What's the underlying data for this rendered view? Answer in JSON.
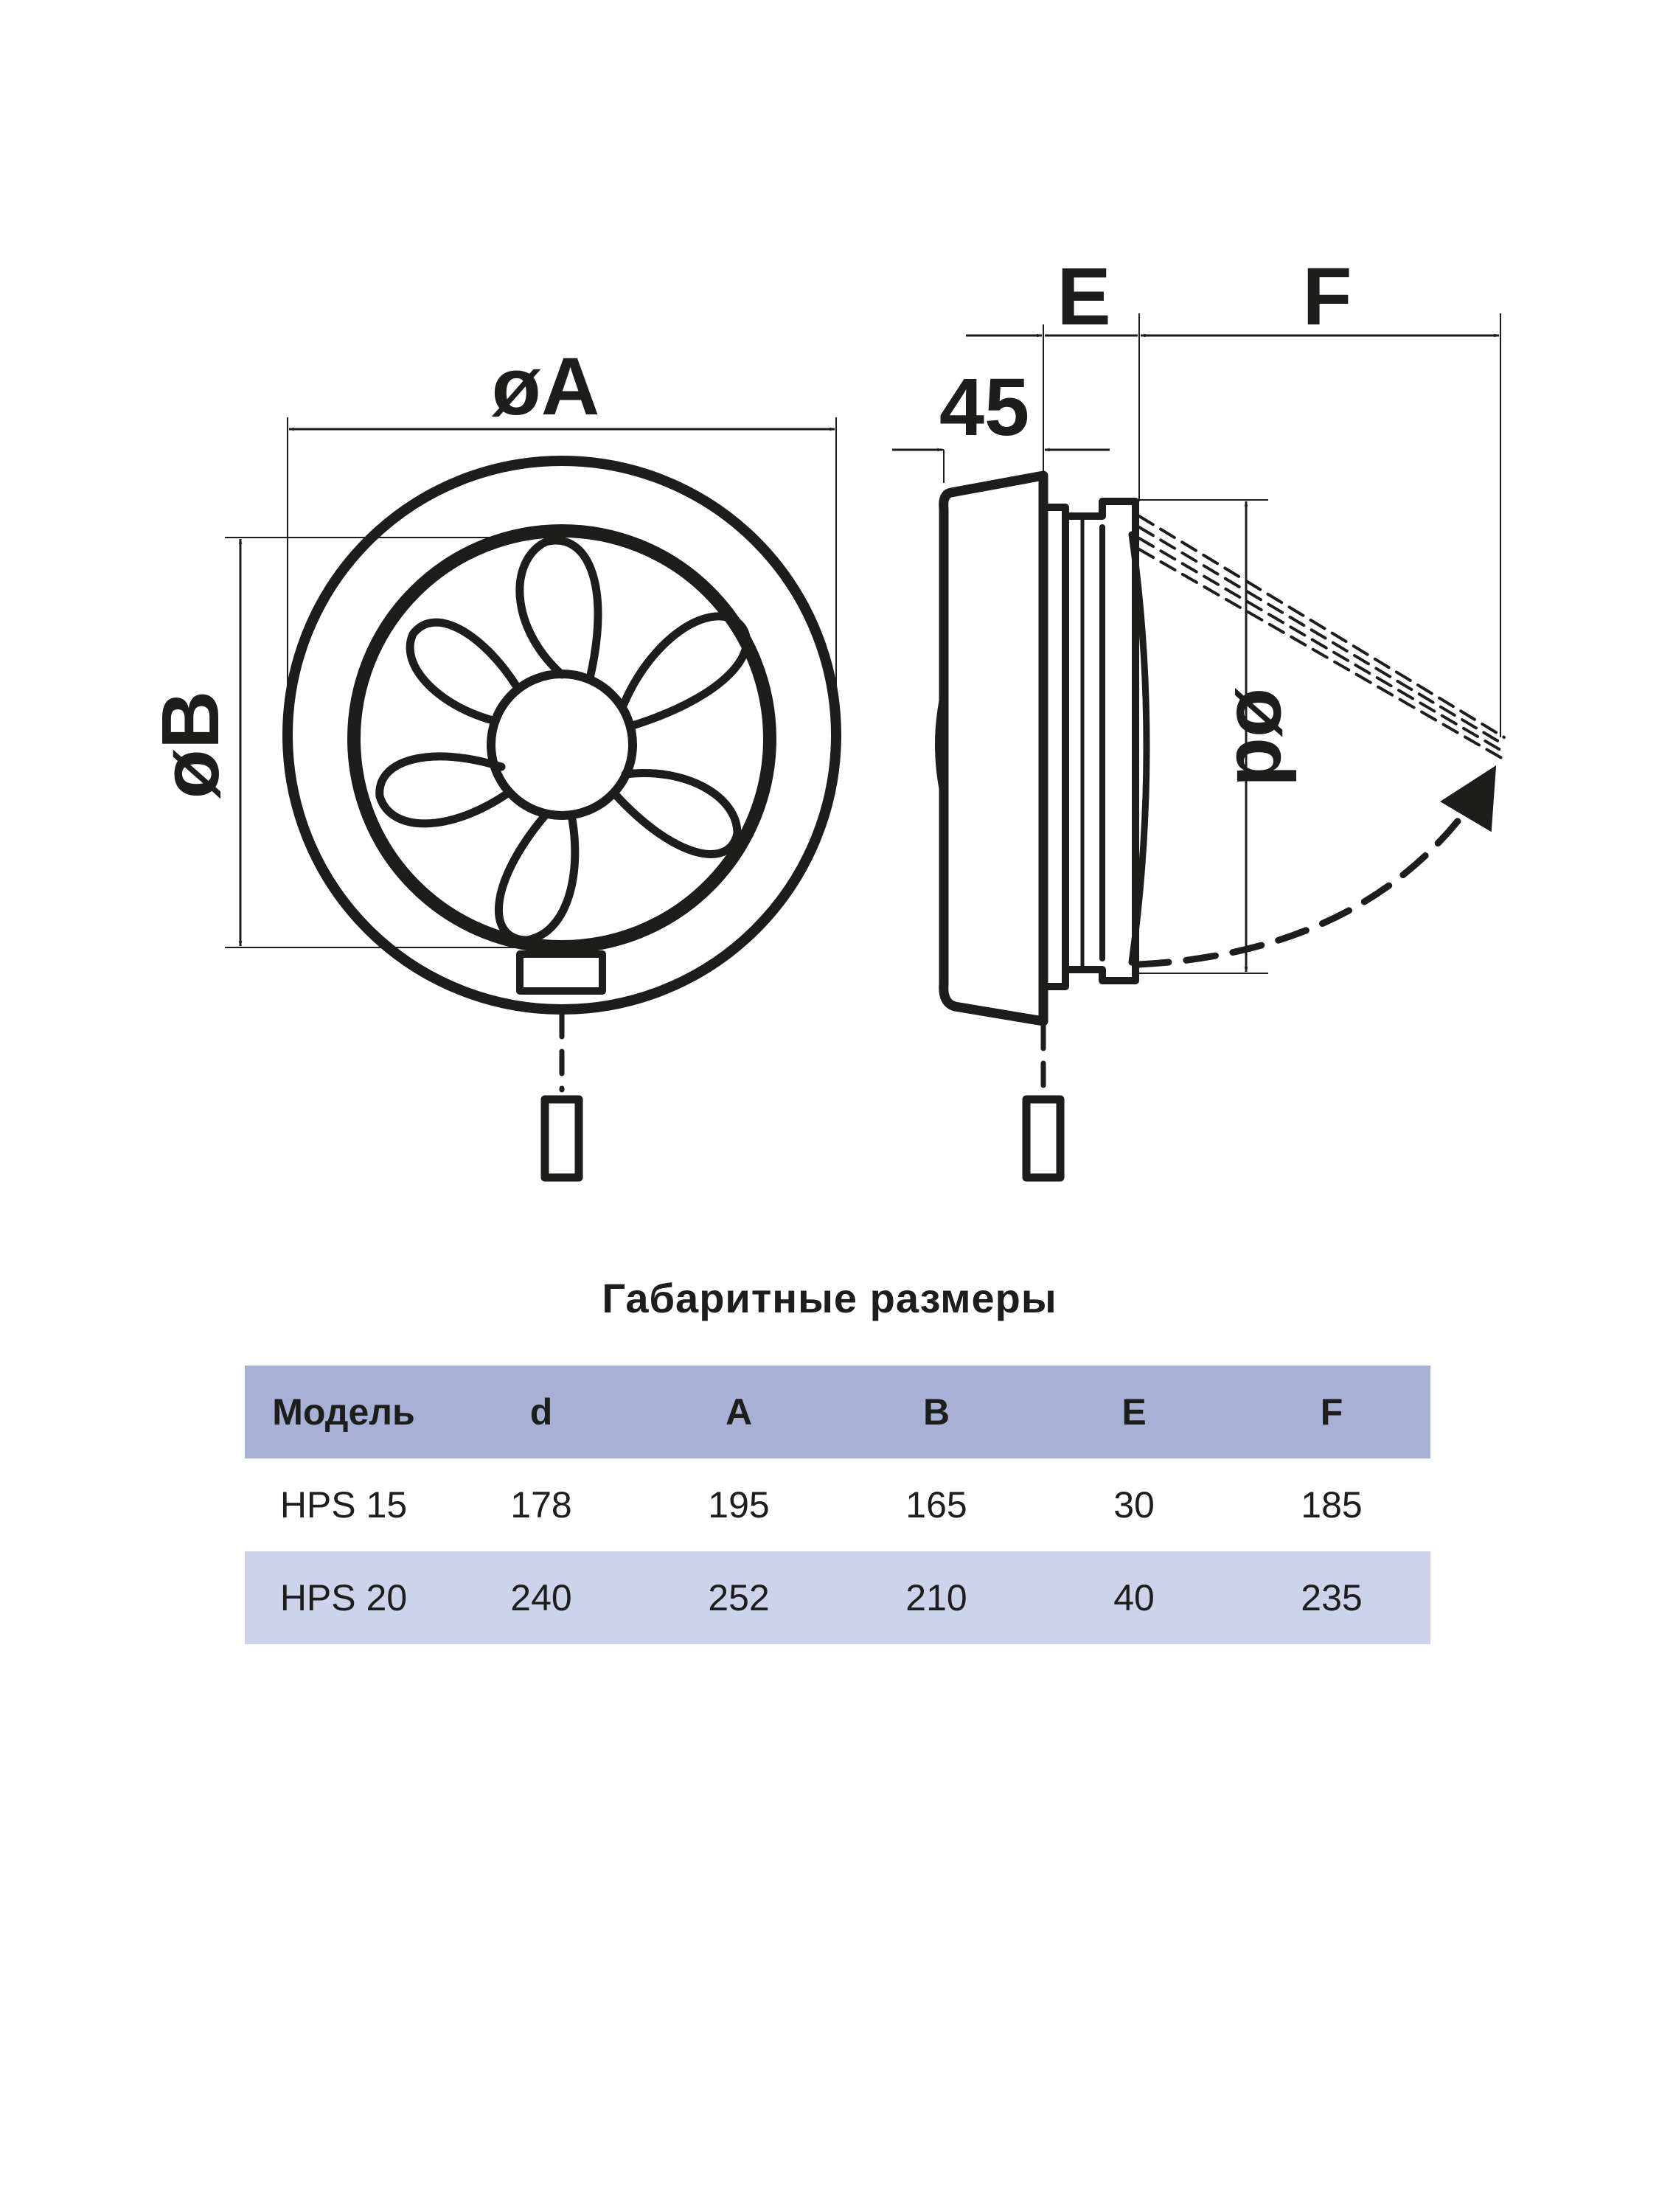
{
  "drawing": {
    "labels": {
      "outer_diameter": "øA",
      "inner_diameter": "øB",
      "depth": "45",
      "offset": "E",
      "shutter_reach": "F",
      "duct_diameter": "ød"
    },
    "line_color": "#1d1d1b"
  },
  "table": {
    "title": "Габаритные размеры",
    "headers": [
      "Модель",
      "d",
      "A",
      "B",
      "E",
      "F"
    ],
    "rows": [
      [
        "HPS 15",
        "178",
        "195",
        "165",
        "30",
        "185"
      ],
      [
        "HPS 20",
        "240",
        "252",
        "210",
        "40",
        "235"
      ]
    ],
    "header_color": "#a7b1d6",
    "stripe_color": "#cdd3ea"
  }
}
